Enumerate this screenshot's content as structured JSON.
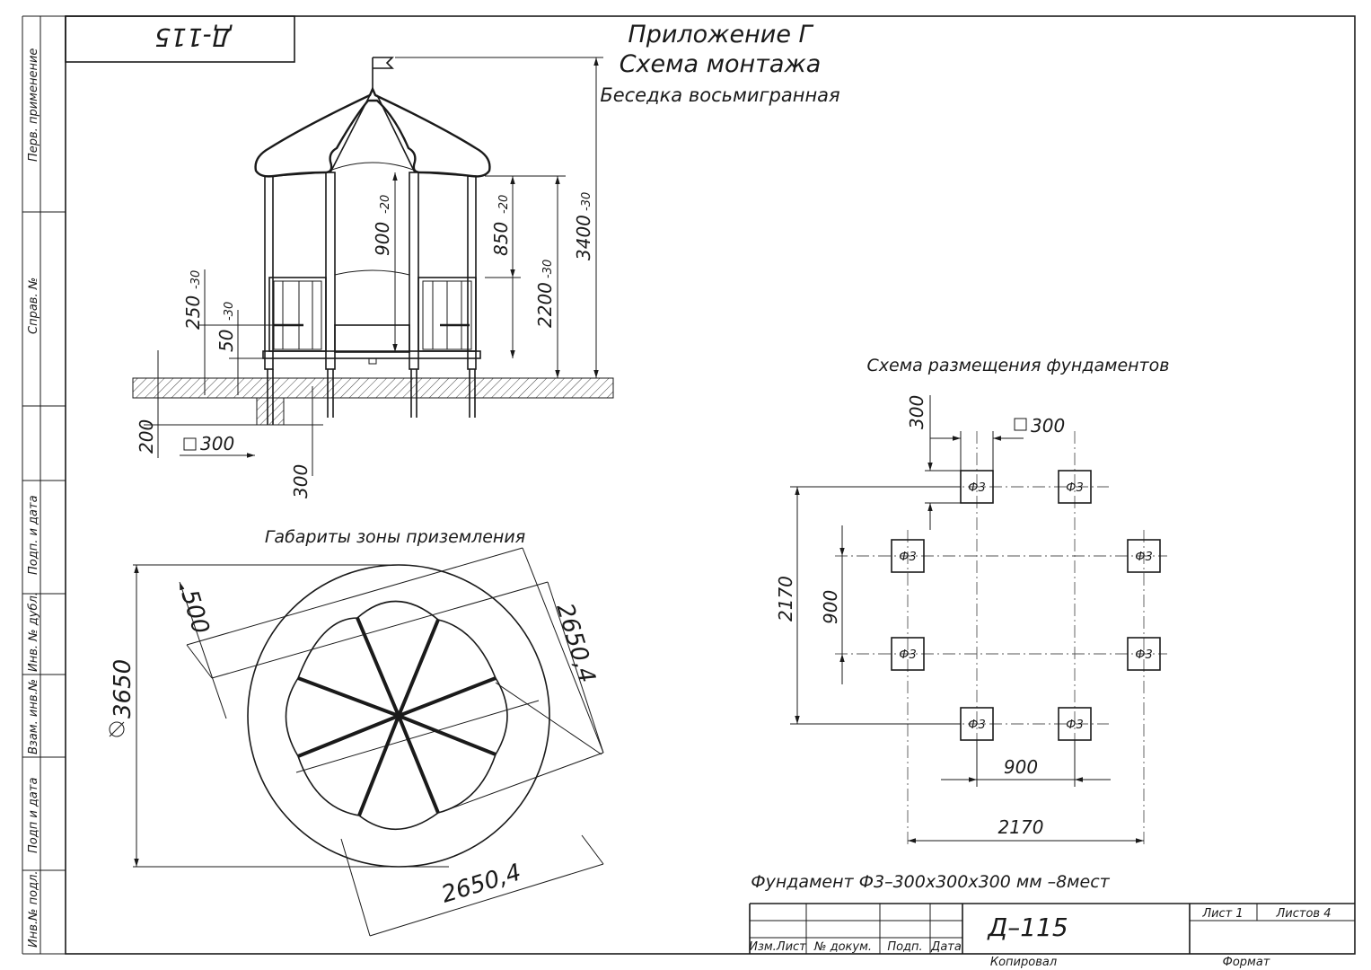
{
  "title_block": {
    "annex": "Приложение Г",
    "scheme": "Схема монтажа",
    "product": "Беседка восьмигранная",
    "code_corner": "Д-115",
    "code": "Д–115",
    "sheet_label": "Лист 1",
    "sheets_label": "Листов 4",
    "col_izm_list": "Изм.Лист",
    "col_doc": "№ докум.",
    "col_sign": "Подп.",
    "col_date": "Дата",
    "copied": "Копировал",
    "format": "Формат"
  },
  "side_stamps": [
    "Перв. применение",
    "Справ. №",
    "Подп. и дата",
    "Инв. № дубл.",
    "Взам. инв.№",
    "Подп и дата",
    "Инв.№ подл."
  ],
  "elevation": {
    "dim_total": "3400",
    "dim_total_tol": "-30",
    "dim_roof": "2200",
    "dim_roof_tol": "-30",
    "dim_rail": "850",
    "dim_rail_tol": "-20",
    "dim_gap": "900",
    "dim_gap_tol": "-20",
    "dim_seat": "250",
    "dim_seat_tol": "-30",
    "dim_floor": "50",
    "dim_floor_tol": "-30",
    "dim_depth": "200",
    "dim_post": "300",
    "dim_square": "300"
  },
  "ground_zone": {
    "label": "Габариты зоны приземления",
    "diameter": "3650",
    "offset": "500",
    "side_a": "2650,4",
    "side_b": "2650,4"
  },
  "foundation_plan": {
    "label": "Схема размещения фундаментов",
    "square": "300",
    "dim_top": "300",
    "dim_total_v": "2170",
    "dim_inner_v": "900",
    "dim_inner_h": "900",
    "dim_total_h": "2170",
    "pad_label": "Ф3",
    "note": "Фундамент Ф3–300х300х300 мм –8мест"
  }
}
